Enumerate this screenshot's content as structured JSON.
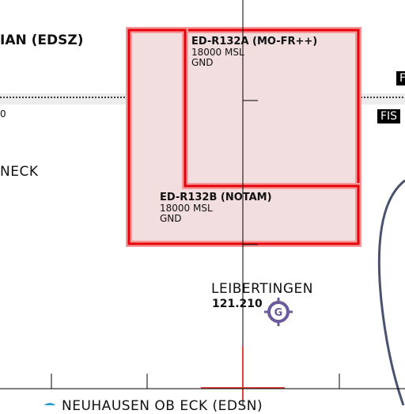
{
  "labels": {
    "airport_edsz": "IAN (EDSZ)",
    "town_neck": "NECK",
    "town_bottom": "NEUHAUSEN OB ECK (EDSN)",
    "small_zero": "0"
  },
  "zones": [
    {
      "id": "ED-R132A",
      "title": "ED-R132A (MO-FR++)",
      "upper": "18000 MSL",
      "lower": "GND"
    },
    {
      "id": "ED-R132B",
      "title": "ED-R132B (NOTAM)",
      "upper": "18000 MSL",
      "lower": "GND"
    }
  ],
  "airfield": {
    "name": "LEIBERTINGEN",
    "frequency": "121.210",
    "symbol": "G"
  },
  "tags": {
    "fis": "FIS",
    "partial": "F"
  },
  "colors": {
    "restricted_border": "#e8000b",
    "restricted_fill": "#f2dcdc",
    "restricted_inner": "#f49a9a",
    "airfield_symbol": "#6b5b9a",
    "border_curve": "#4a5270",
    "crosshair": "#e0413b"
  }
}
